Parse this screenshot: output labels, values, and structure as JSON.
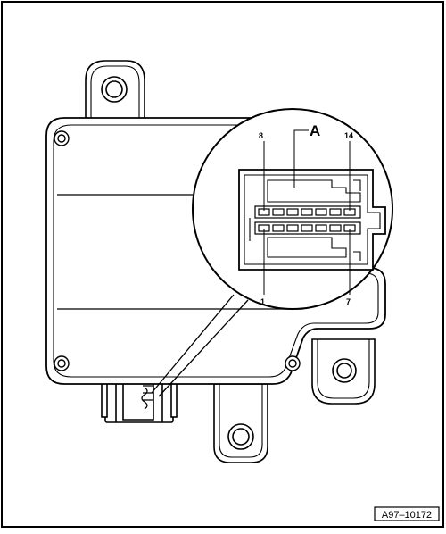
{
  "callouts": {
    "a": "A",
    "pin_8": "8",
    "pin_14": "14",
    "pin_1": "1",
    "pin_7": "7"
  },
  "reference_code": "A97–10172"
}
